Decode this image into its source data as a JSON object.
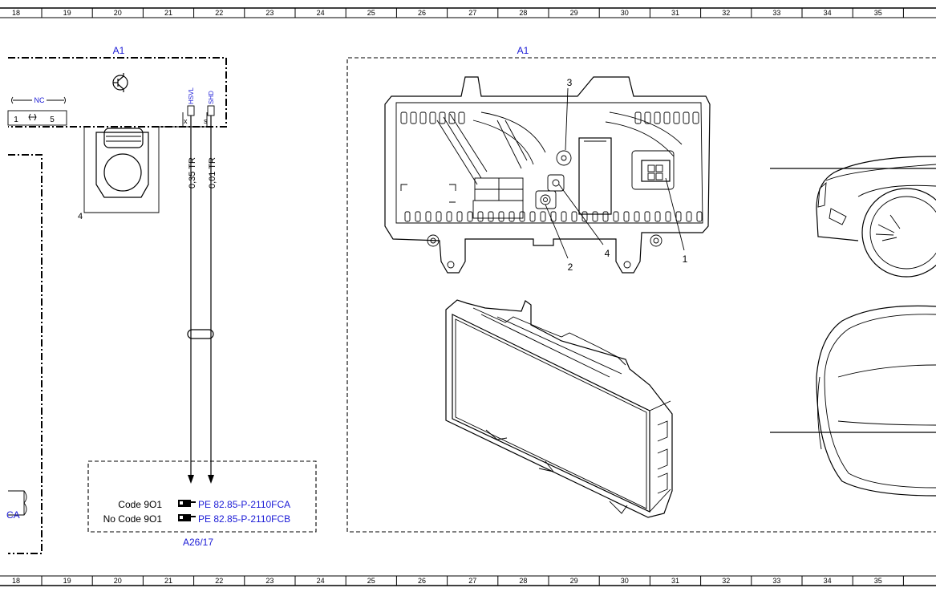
{
  "grid": {
    "top_numbers": [
      "18",
      "19",
      "20",
      "21",
      "22",
      "23",
      "24",
      "25",
      "26",
      "27",
      "28",
      "29",
      "30",
      "31",
      "32",
      "33",
      "34",
      "35"
    ],
    "bottom_numbers": [
      "18",
      "19",
      "20",
      "21",
      "22",
      "23",
      "24",
      "25",
      "26",
      "27",
      "28",
      "29",
      "30",
      "31",
      "32",
      "33",
      "34",
      "35"
    ]
  },
  "left_block": {
    "title": "A1",
    "nc_label": "NC",
    "pin_left": "1",
    "pin_right": "5",
    "connector_number": "4",
    "pin_hsvl": "HSVL",
    "pin_shd": "SHD",
    "pin_x": "x",
    "pin_s": "s",
    "wire1_label": "0,35 TR",
    "wire2_label": "0,01 TR"
  },
  "reference_box": {
    "rows": [
      {
        "condition": "Code 9O1",
        "reference": "PE 82.85-P-2110FCA"
      },
      {
        "condition": "No Code 9O1",
        "reference": "PE 82.85-P-2110FCB"
      }
    ],
    "component": "A26/17"
  },
  "edge_fragment": "CA",
  "right_block": {
    "title": "A1",
    "callouts": [
      "1",
      "2",
      "3",
      "4"
    ]
  },
  "colors": {
    "label_blue": "#1a1ad6",
    "line": "#000000"
  },
  "icons": [
    "transistor-icon",
    "reference-hand-icon",
    "connector-icon"
  ]
}
